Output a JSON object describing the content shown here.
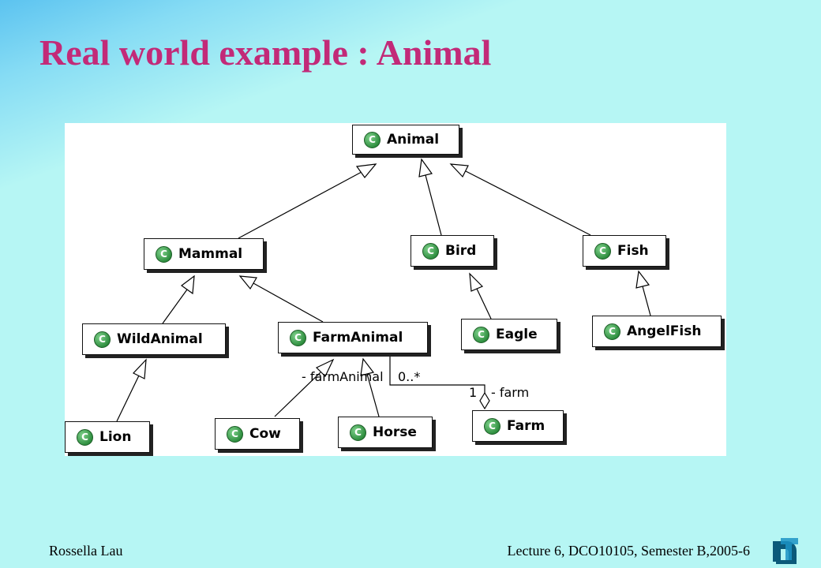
{
  "slide": {
    "title": "Real world example : Animal",
    "footer_left": "Rossella Lau",
    "footer_right": "Lecture 6, DCO10105, Semester B,2005-6"
  },
  "diagram": {
    "class_icon_letter": "C",
    "classes": {
      "animal": "Animal",
      "mammal": "Mammal",
      "bird": "Bird",
      "fish": "Fish",
      "wildanimal": "WildAnimal",
      "farmanimal": "FarmAnimal",
      "eagle": "Eagle",
      "angelfish": "AngelFish",
      "lion": "Lion",
      "cow": "Cow",
      "horse": "Horse",
      "farm": "Farm"
    },
    "association": {
      "role_farmanimal": "- farmAnimal",
      "mult_farmanimal": "0..*",
      "mult_farm": "1",
      "role_farm": "- farm"
    }
  },
  "colors": {
    "background": "#b6f6f4",
    "title": "#c22a78",
    "class_icon": "#2a8a3b"
  }
}
